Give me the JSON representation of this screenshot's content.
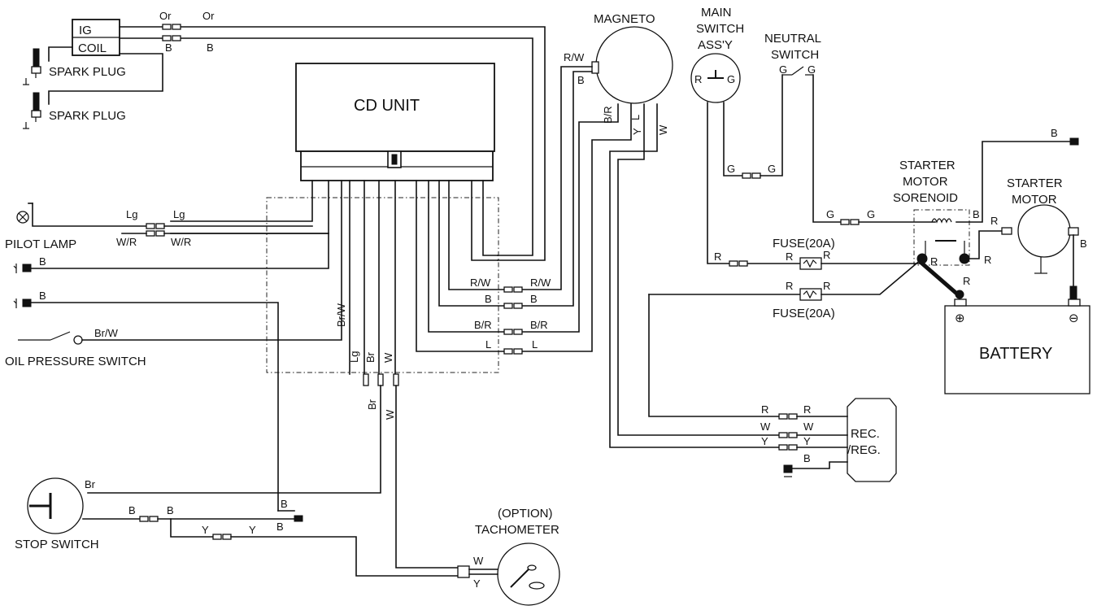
{
  "components": {
    "ig_coil": "IG\nCOIL",
    "spark_plug_1": "SPARK PLUG",
    "spark_plug_2": "SPARK PLUG",
    "cd_unit": "CD UNIT",
    "magneto": "MAGNETO",
    "main_switch": "MAIN\nSWITCH\nASS'Y",
    "neutral_switch": "NEUTRAL\nSWITCH",
    "starter_motor_solenoid": "STARTER\nMOTOR\nSORENOID",
    "starter_motor": "STARTER\nMOTOR",
    "pilot_lamp": "PILOT LAMP",
    "oil_pressure_switch": "OIL PRESSURE SWITCH",
    "fuse_1": "FUSE(20A)",
    "fuse_2": "FUSE(20A)",
    "battery": "BATTERY",
    "rec_reg": "REC.\n/REG.",
    "stop_switch": "STOP SWITCH",
    "tachometer_option": "(OPTION)",
    "tachometer": "TACHOMETER"
  },
  "wire_codes": {
    "Or": "Or",
    "B": "B",
    "R": "R",
    "G": "G",
    "W": "W",
    "Y": "Y",
    "L": "L",
    "Lg": "Lg",
    "Br": "Br",
    "RW": "R/W",
    "WR": "W/R",
    "BR": "B/R",
    "BrW": "Br/W"
  },
  "battery_terminals": {
    "plus": "⊕",
    "minus": "⊖"
  }
}
